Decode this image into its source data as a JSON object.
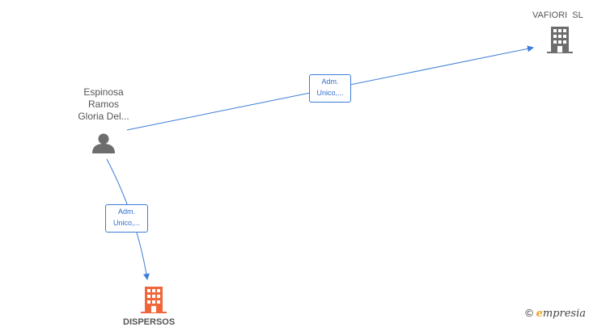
{
  "nodes": {
    "person": {
      "name_lines": [
        "Espinosa",
        "Ramos",
        "Gloria Del..."
      ],
      "icon": "person-icon"
    },
    "company_top": {
      "name": "VAFIORI  SL",
      "icon": "building-icon",
      "color": "#6d6d6d"
    },
    "company_bottom": {
      "name": "DISPERSOS",
      "icon": "building-icon",
      "color": "#f0663a"
    }
  },
  "edges": [
    {
      "from": "person",
      "to": "company_top",
      "label_lines": [
        "Adm.",
        "Unico,..."
      ]
    },
    {
      "from": "person",
      "to": "company_bottom",
      "label_lines": [
        "Adm.",
        "Unico,..."
      ]
    }
  ],
  "colors": {
    "edge": "#3b7dd8",
    "person": "#6d6d6d"
  },
  "watermark": {
    "copyright": "©",
    "brand_initial": "e",
    "brand_rest": "mpresia"
  }
}
